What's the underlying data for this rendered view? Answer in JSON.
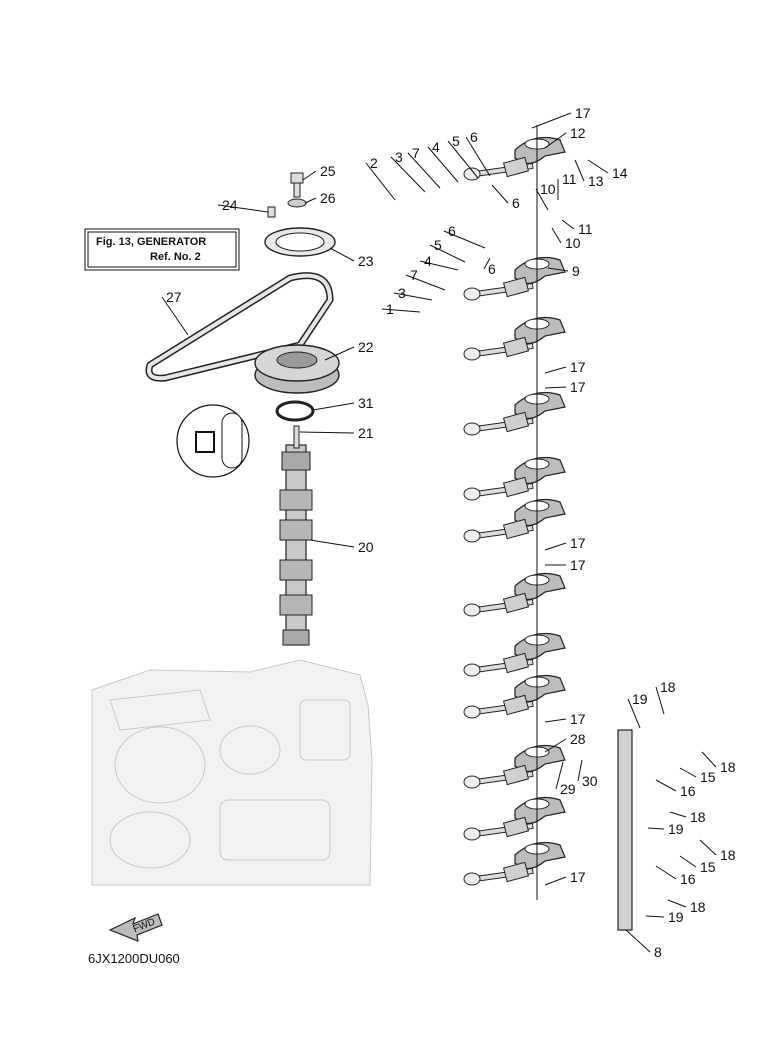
{
  "reference_box": {
    "line1": "Fig. 13, GENERATOR",
    "line2": "Ref. No. 2"
  },
  "diagram_code": "6JX1200DU060",
  "direction_marker": "FWD",
  "callouts": [
    {
      "id": "c17a",
      "text": "17"
    },
    {
      "id": "c12",
      "text": "12"
    },
    {
      "id": "c13",
      "text": "13"
    },
    {
      "id": "c14",
      "text": "14"
    },
    {
      "id": "c2",
      "text": "2"
    },
    {
      "id": "c3a",
      "text": "3"
    },
    {
      "id": "c7a",
      "text": "7"
    },
    {
      "id": "c4a",
      "text": "4"
    },
    {
      "id": "c5a",
      "text": "5"
    },
    {
      "id": "c6a",
      "text": "6"
    },
    {
      "id": "c6b",
      "text": "6"
    },
    {
      "id": "c11a",
      "text": "11"
    },
    {
      "id": "c10a",
      "text": "10"
    },
    {
      "id": "c11b",
      "text": "11"
    },
    {
      "id": "c10b",
      "text": "10"
    },
    {
      "id": "c6c",
      "text": "6"
    },
    {
      "id": "c5b",
      "text": "5"
    },
    {
      "id": "c4b",
      "text": "4"
    },
    {
      "id": "c6d",
      "text": "6"
    },
    {
      "id": "c9",
      "text": "9"
    },
    {
      "id": "c7b",
      "text": "7"
    },
    {
      "id": "c3b",
      "text": "3"
    },
    {
      "id": "c1",
      "text": "1"
    },
    {
      "id": "c25",
      "text": "25"
    },
    {
      "id": "c26",
      "text": "26"
    },
    {
      "id": "c24",
      "text": "24"
    },
    {
      "id": "c23",
      "text": "23"
    },
    {
      "id": "c27",
      "text": "27"
    },
    {
      "id": "c22",
      "text": "22"
    },
    {
      "id": "c31",
      "text": "31"
    },
    {
      "id": "c21",
      "text": "21"
    },
    {
      "id": "c20",
      "text": "20"
    },
    {
      "id": "c17b",
      "text": "17"
    },
    {
      "id": "c17c",
      "text": "17"
    },
    {
      "id": "c17d",
      "text": "17"
    },
    {
      "id": "c17e",
      "text": "17"
    },
    {
      "id": "c17f",
      "text": "17"
    },
    {
      "id": "c28",
      "text": "28"
    },
    {
      "id": "c29",
      "text": "29"
    },
    {
      "id": "c30",
      "text": "30"
    },
    {
      "id": "c17g",
      "text": "17"
    },
    {
      "id": "c19a",
      "text": "19"
    },
    {
      "id": "c18a",
      "text": "18"
    },
    {
      "id": "c18b",
      "text": "18"
    },
    {
      "id": "c15a",
      "text": "15"
    },
    {
      "id": "c16a",
      "text": "16"
    },
    {
      "id": "c18c",
      "text": "18"
    },
    {
      "id": "c19b",
      "text": "19"
    },
    {
      "id": "c18d",
      "text": "18"
    },
    {
      "id": "c15b",
      "text": "15"
    },
    {
      "id": "c16b",
      "text": "16"
    },
    {
      "id": "c18e",
      "text": "18"
    },
    {
      "id": "c19c",
      "text": "19"
    },
    {
      "id": "c8",
      "text": "8"
    }
  ]
}
